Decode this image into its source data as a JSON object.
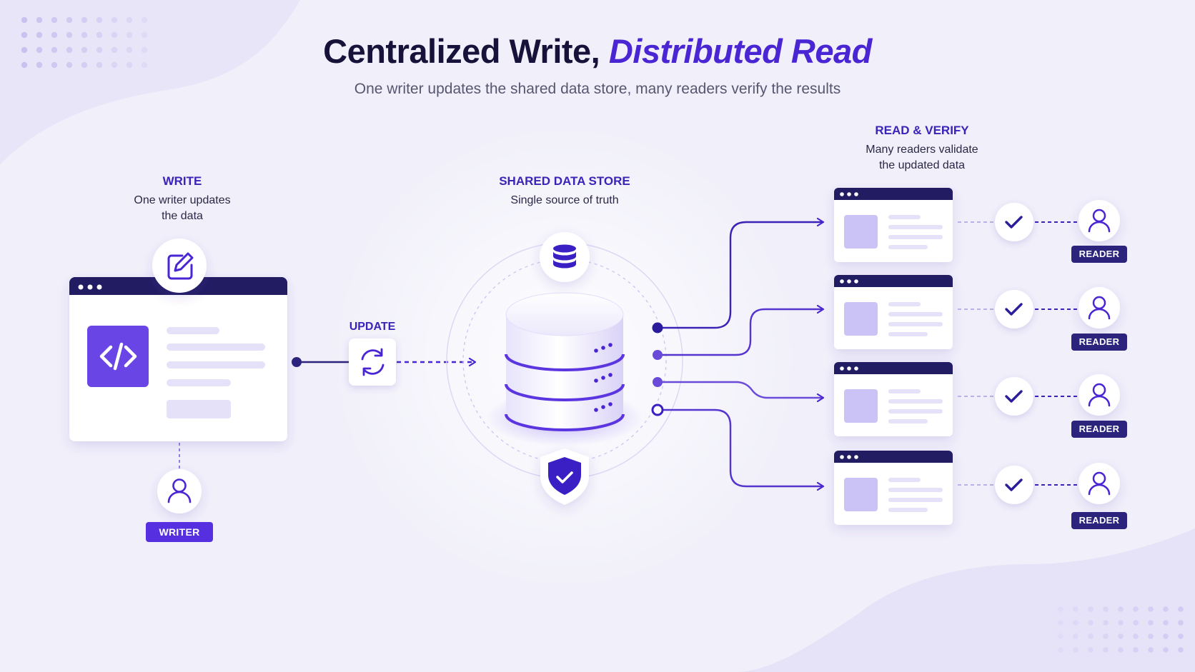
{
  "header": {
    "title_main": "Centralized Write,",
    "title_accent": "Distributed Read",
    "subtitle": "One writer updates the shared data store, many readers verify the results"
  },
  "write_section": {
    "title": "WRITE",
    "description_line1": "One writer updates",
    "description_line2": "the data",
    "badge": "WRITER",
    "icons": [
      "edit-icon",
      "code-icon",
      "user-icon"
    ]
  },
  "update_step": {
    "label": "UPDATE",
    "icon": "sync-icon"
  },
  "store_section": {
    "title": "SHARED DATA STORE",
    "description": "Single source of truth",
    "icons": [
      "database-icon",
      "shield-check-icon"
    ]
  },
  "read_section": {
    "title": "READ & VERIFY",
    "description_line1": "Many readers validate",
    "description_line2": "the updated data",
    "readers": [
      {
        "badge": "READER"
      },
      {
        "badge": "READER"
      },
      {
        "badge": "READER"
      },
      {
        "badge": "READER"
      }
    ],
    "icons": [
      "check-icon",
      "user-icon"
    ]
  },
  "colors": {
    "background": "#f1f0fa",
    "accent": "#4a25d4",
    "dark_navy": "#1f1b5e",
    "light_purple": "#cfc7f5",
    "writer_badge": "#5630e0",
    "reader_badge": "#2b237c"
  }
}
